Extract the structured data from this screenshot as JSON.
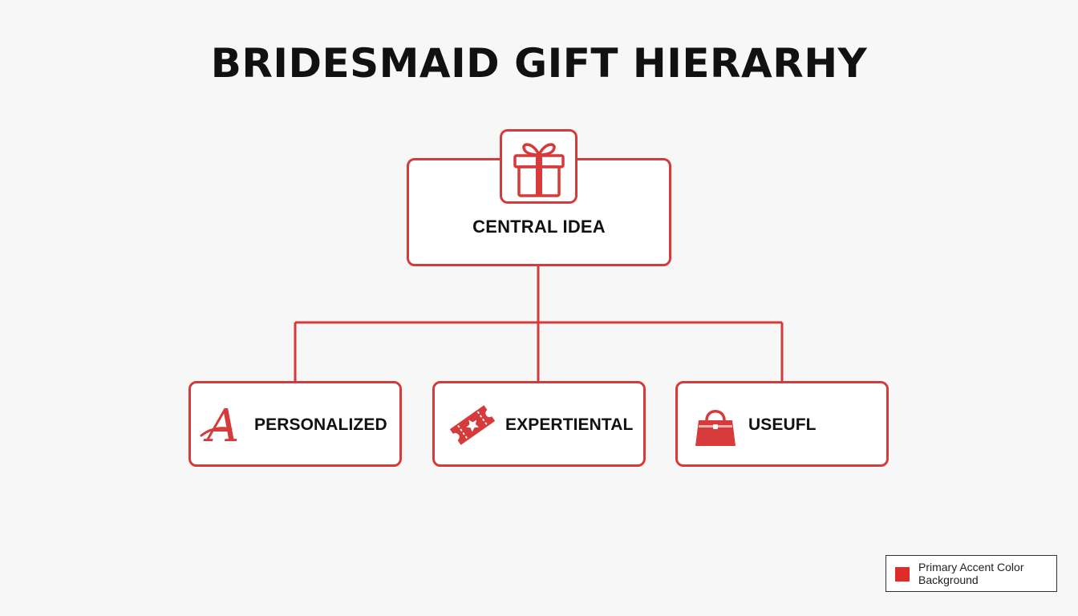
{
  "title": "BRIDESMAID GIFT HIERARHY",
  "accent_color": "#d63a3a",
  "central": {
    "label": "CENTRAL IDEA",
    "icon": "gift-icon"
  },
  "children": [
    {
      "label": "PERSONALIZED",
      "icon": "monogram-letter-icon"
    },
    {
      "label": "EXPERTIENTAL",
      "icon": "ticket-icon"
    },
    {
      "label": "USEUFL",
      "icon": "handbag-icon"
    }
  ],
  "legend": {
    "swatch_color": "#e02b2b",
    "line1": "Primary Accent Color",
    "line2": "Background"
  }
}
